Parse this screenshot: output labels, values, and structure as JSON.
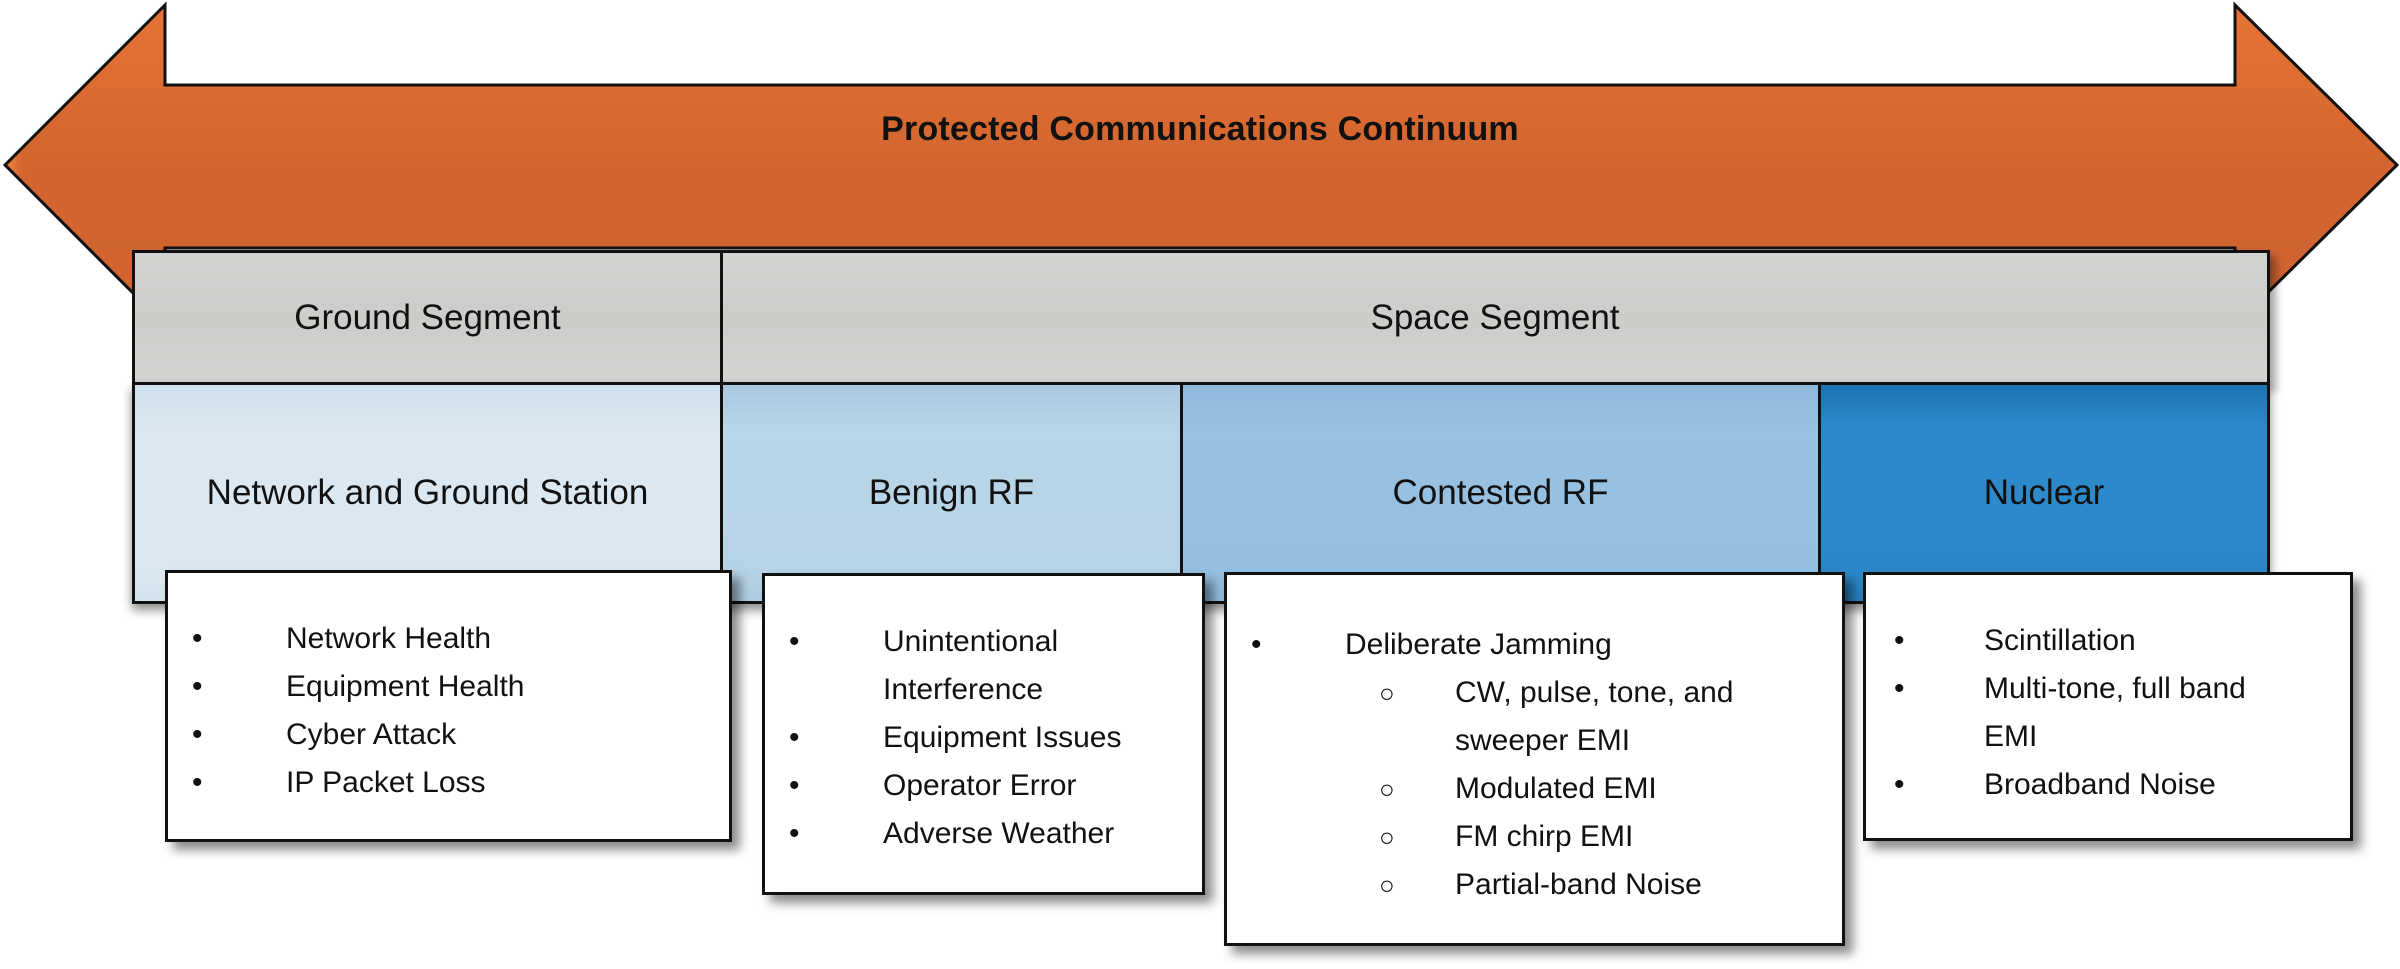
{
  "arrow": {
    "title": "Protected Communications  Continuum",
    "color": "#d2652f",
    "highlight_color": "#ef8a3c"
  },
  "segments": {
    "ground": "Ground Segment",
    "space": "Space Segment"
  },
  "categories": [
    {
      "label": "Network and Ground Station",
      "color": "#dbe8f1"
    },
    {
      "label": "Benign RF",
      "color": "#b9d5e8"
    },
    {
      "label": "Contested RF",
      "color": "#98c1e2"
    },
    {
      "label": "Nuclear",
      "color": "#2c8acb"
    }
  ],
  "boxes": {
    "network": {
      "items": [
        "Network Health",
        "Equipment Health",
        "Cyber Attack",
        "IP Packet Loss"
      ]
    },
    "benign": {
      "items": [
        "Unintentional Interference",
        "Equipment Issues",
        "Operator Error",
        "Adverse  Weather"
      ]
    },
    "contested": {
      "main": "Deliberate Jamming",
      "sub_items": [
        "CW, pulse, tone, and sweeper  EMI",
        "Modulated EMI",
        "FM chirp EMI",
        "Partial-band Noise"
      ]
    },
    "nuclear": {
      "items": [
        "Scintillation",
        "Multi-tone, full band EMI",
        "Broadband Noise"
      ]
    }
  },
  "bullet_glyphs": {
    "filled": "•",
    "hollow": "○"
  }
}
